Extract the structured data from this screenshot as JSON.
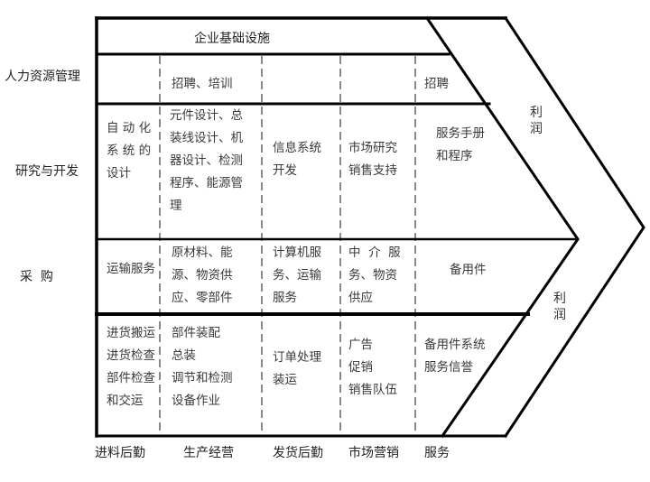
{
  "diagram": {
    "title": "企业基础设施",
    "type": "porter-value-chain"
  },
  "support_activities": [
    {
      "label": "人力资源管理"
    },
    {
      "label": "研究与开发"
    },
    {
      "label": "采  购"
    }
  ],
  "primary_activities": [
    {
      "label": "进料后勤"
    },
    {
      "label": "生产经营"
    },
    {
      "label": "发货后勤"
    },
    {
      "label": "市场营销"
    },
    {
      "label": "服务"
    }
  ],
  "cells": {
    "hr": {
      "production": [
        "招聘、培训"
      ],
      "service": [
        "招聘"
      ]
    },
    "rd": {
      "inbound": [
        "自 动 化",
        "系 统 的",
        "设计"
      ],
      "production": [
        "元件设计、总",
        "装线设计、机",
        "器设计、检测",
        "程序、能源管",
        "理"
      ],
      "outbound": [
        "信息系统",
        "开发"
      ],
      "marketing": [
        "市场研究",
        "销售支持"
      ],
      "service": [
        "服务手册",
        "和程序"
      ]
    },
    "procurement": {
      "inbound": [
        "运输服务"
      ],
      "production": [
        "原材料、能",
        "源、物资供",
        "应、零部件"
      ],
      "outbound": [
        "计算机服",
        "务、运输",
        "服务"
      ],
      "marketing": [
        "中  介  服",
        "务、物资",
        "供应"
      ],
      "service": [
        "备用件"
      ]
    },
    "primary": {
      "inbound": [
        "进货搬运",
        "进货检查",
        "部件检查",
        "和交运"
      ],
      "production": [
        "部件装配",
        "总装",
        "调节和检测",
        "设备作业"
      ],
      "outbound": [
        "订单处理",
        "装运"
      ],
      "marketing": [
        "广告",
        "促销",
        "销售队伍"
      ],
      "service": [
        "备用件系统",
        "服务信誉"
      ]
    }
  },
  "margin": {
    "upper": [
      "利",
      "润"
    ],
    "lower": [
      "利",
      "润"
    ]
  }
}
